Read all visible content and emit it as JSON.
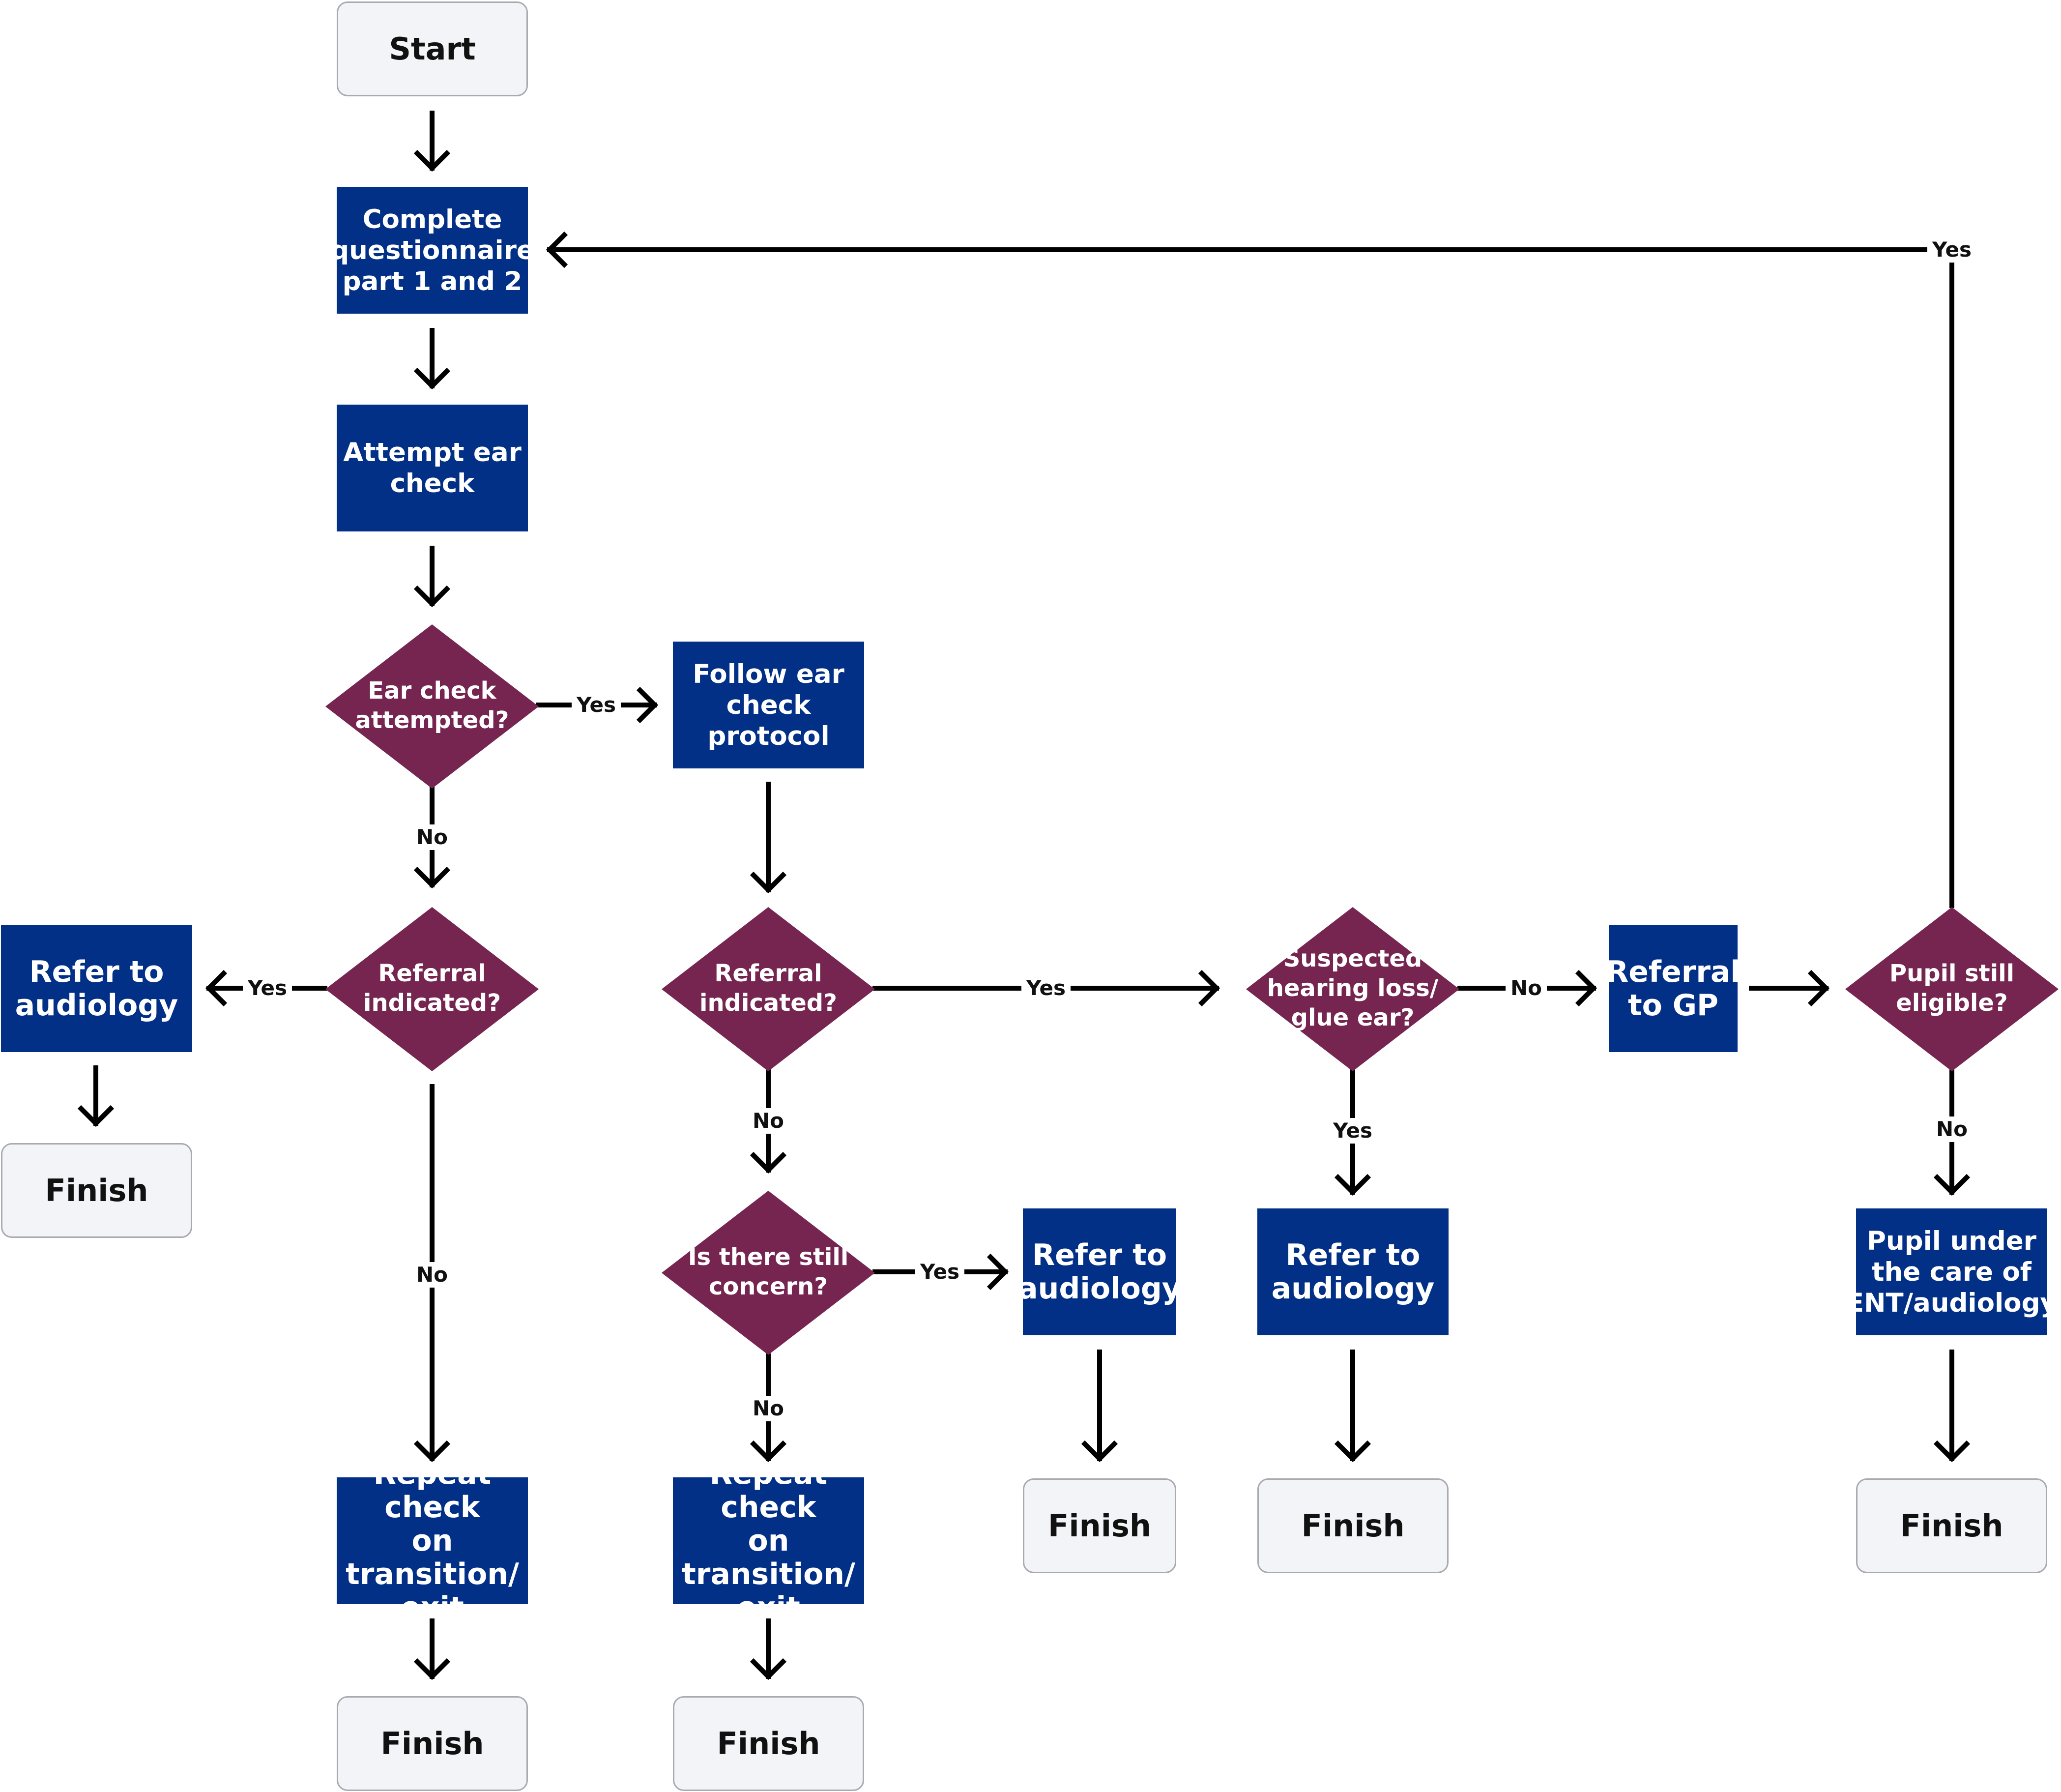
{
  "colors": {
    "process": "#033087",
    "decision": "#75254f",
    "terminal_fill": "#f3f4f8",
    "terminal_border": "#a9aab0",
    "arrow": "#000000"
  },
  "nodes": {
    "start": "Start",
    "questionnaire": [
      "Complete",
      "questionnaire",
      "part 1 and 2"
    ],
    "attempt_ear_check": [
      "Attempt ear",
      "check"
    ],
    "ear_check_attempted": [
      "Ear check",
      "attempted?"
    ],
    "follow_protocol": [
      "Follow ear",
      "check protocol"
    ],
    "referral_indicated_left": [
      "Referral",
      "indicated?"
    ],
    "referral_indicated_mid": [
      "Referral",
      "indicated?"
    ],
    "refer_audiology_left": [
      "Refer to",
      "audiology"
    ],
    "finish_left": "Finish",
    "still_concern": [
      "Is there still",
      "concern?"
    ],
    "refer_audiology_concern": [
      "Refer to",
      "audiology"
    ],
    "suspected_hearing_loss": [
      "Suspected",
      "hearing loss/",
      "glue ear?"
    ],
    "refer_audiology_suspected": [
      "Refer to",
      "audiology"
    ],
    "referral_to_gp": [
      "Referral",
      "to GP"
    ],
    "pupil_still_eligible": [
      "Pupil still",
      "eligible?"
    ],
    "pupil_under_care": [
      "Pupil under",
      "the care of",
      "ENT/audiology"
    ],
    "repeat_check_1": [
      "Repeat check",
      "on transition/",
      "exit"
    ],
    "repeat_check_2": [
      "Repeat check",
      "on transition/",
      "exit"
    ],
    "finish_repeat_1": "Finish",
    "finish_repeat_2": "Finish",
    "finish_concern": "Finish",
    "finish_suspected": "Finish",
    "finish_care": "Finish"
  },
  "edge_labels": {
    "attempted_yes": "Yes",
    "attempted_no": "No",
    "referral_left_yes": "Yes",
    "referral_left_no": "No",
    "referral_mid_yes": "Yes",
    "referral_mid_no": "No",
    "concern_yes": "Yes",
    "concern_no": "No",
    "suspected_no": "No",
    "suspected_yes": "Yes",
    "eligible_yes": "Yes",
    "eligible_no": "No"
  }
}
